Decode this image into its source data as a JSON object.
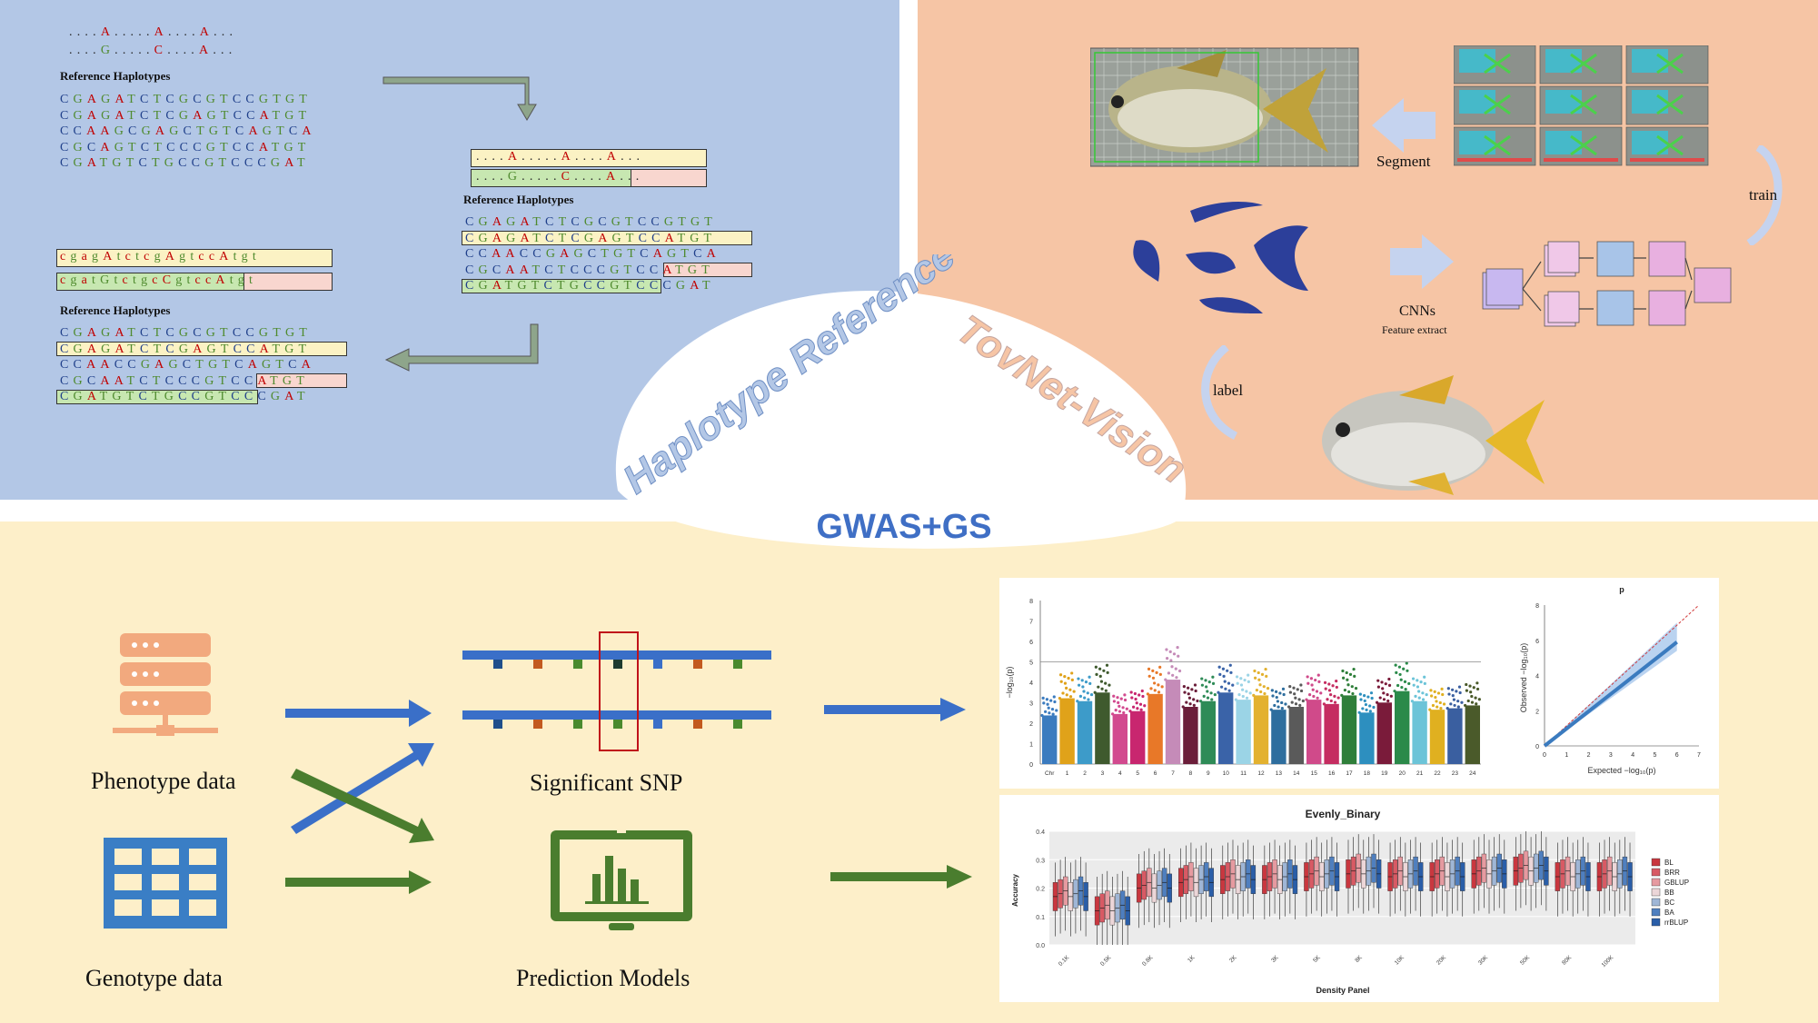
{
  "haplotype": {
    "top_seq1": "....A.....A....A...",
    "top_seq2": "....G.....C....A...",
    "ref_header": "Reference Haplotypes",
    "ref_rows": [
      "CGAGATCTCGCGTCCGTGT",
      "CGAGATCTCGAGTCCATGT",
      "CCAAGCGAGCTGTCAGTCA",
      "CGCAGTCTCCCGTCCATGT",
      "CGATGTCTGCCGTCCCGAT"
    ],
    "mid_seq1": "....A.....A....A...",
    "mid_seq2": "....G.....C....A...",
    "mid_rows": [
      "CGAGATCTCGCGTCCGTGT",
      "CGAGATCTCGAGTCCATGT",
      "CCAACCGAGCTGTCAGTCA",
      "CGCAATCTCCCGTCCATGT",
      "CGATGTCTGCCGTCCCGAT"
    ],
    "low_seq1": "cgagAtctcgAgtccAtgt",
    "low_seq2": "cgatGtctgcCgtccAtgt",
    "low_rows": [
      "CGAGATCTCGCGTCCGTGT",
      "CGAGATCTCGAGTCCATGT",
      "CCAACCGAGCTGTCAGTCA",
      "CGCAATCTCCCGTCCATGT",
      "CGATGTCTGCCGTCCCGAT"
    ]
  },
  "center": {
    "left_arc": "Haplotype Reference",
    "right_arc": "TovNet-Vision",
    "bottom": "GWAS+GS"
  },
  "vision": {
    "segment": "Segment",
    "train": "train",
    "label": "label",
    "cnn": "CNNs",
    "feature": "Feature extract"
  },
  "pipeline": {
    "phenotype": "Phenotype data",
    "genotype": "Genotype data",
    "snp": "Significant SNP",
    "models": "Prediction Models"
  },
  "manhattan": {
    "ylabel": "−log₁₀(p)",
    "yticks": [
      "0",
      "1",
      "2",
      "3",
      "4",
      "5",
      "6",
      "7",
      "8"
    ],
    "chroms": [
      "Chr",
      "1",
      "2",
      "3",
      "4",
      "5",
      "6",
      "7",
      "8",
      "9",
      "10",
      "11",
      "12",
      "13",
      "14",
      "15",
      "16",
      "17",
      "18",
      "19",
      "20",
      "21",
      "22",
      "23",
      "24"
    ],
    "heights": [
      3.4,
      4.6,
      4.4,
      5.0,
      3.5,
      3.7,
      4.9,
      5.9,
      4.0,
      4.4,
      5.0,
      4.5,
      4.8,
      3.8,
      4.0,
      4.5,
      4.2,
      4.8,
      3.6,
      4.3,
      5.1,
      4.4,
      3.8,
      3.9,
      4.1
    ],
    "threshold": 5,
    "colors": [
      "#3b7bbf",
      "#e0a21a",
      "#3d9bc9",
      "#3f5a2e",
      "#d24a8f",
      "#c8266f",
      "#e87828",
      "#c58bb8",
      "#6b1e3a",
      "#2e8b57",
      "#3a63a8",
      "#9bd4e6",
      "#e3b12f",
      "#2e6e9e",
      "#5a5a5a",
      "#d04a8a",
      "#c52d61",
      "#2f7f3a",
      "#2d8fbf",
      "#7a1b3a",
      "#2b8a4a",
      "#6cc4d8",
      "#e0b020",
      "#3a5fa0",
      "#4a5a2a"
    ]
  },
  "qq": {
    "title": "p",
    "xlabel": "Expected  −log₁₀(p)",
    "ylabel": "Observed  −log₁₀(p)",
    "xticks": [
      "0",
      "1",
      "2",
      "3",
      "4",
      "5",
      "6",
      "7"
    ],
    "yticks": [
      "0",
      "2",
      "4",
      "6",
      "8"
    ]
  },
  "boxplot": {
    "title": "Evenly_Binary",
    "xlabel": "Density Panel",
    "ylabel": "Accuracy",
    "yticks": [
      "0.0",
      "0.1",
      "0.2",
      "0.3",
      "0.4"
    ],
    "panels": [
      "0.1K",
      "0.5K",
      "0.8K",
      "1K",
      "2K",
      "3K",
      "5K",
      "8K",
      "10K",
      "20K",
      "30K",
      "50K",
      "80K",
      "100K"
    ],
    "legend": [
      "BL",
      "BRR",
      "GBLUP",
      "BB",
      "BC",
      "BA",
      "rrBLUP"
    ],
    "legend_colors": [
      "#c9373f",
      "#d85a64",
      "#e69aa0",
      "#ecd6d8",
      "#9fb6d6",
      "#4f7fbf",
      "#2a5ea8"
    ],
    "medians": [
      0.18,
      0.13,
      0.21,
      0.23,
      0.24,
      0.24,
      0.25,
      0.26,
      0.25,
      0.25,
      0.26,
      0.27,
      0.25,
      0.25
    ]
  }
}
